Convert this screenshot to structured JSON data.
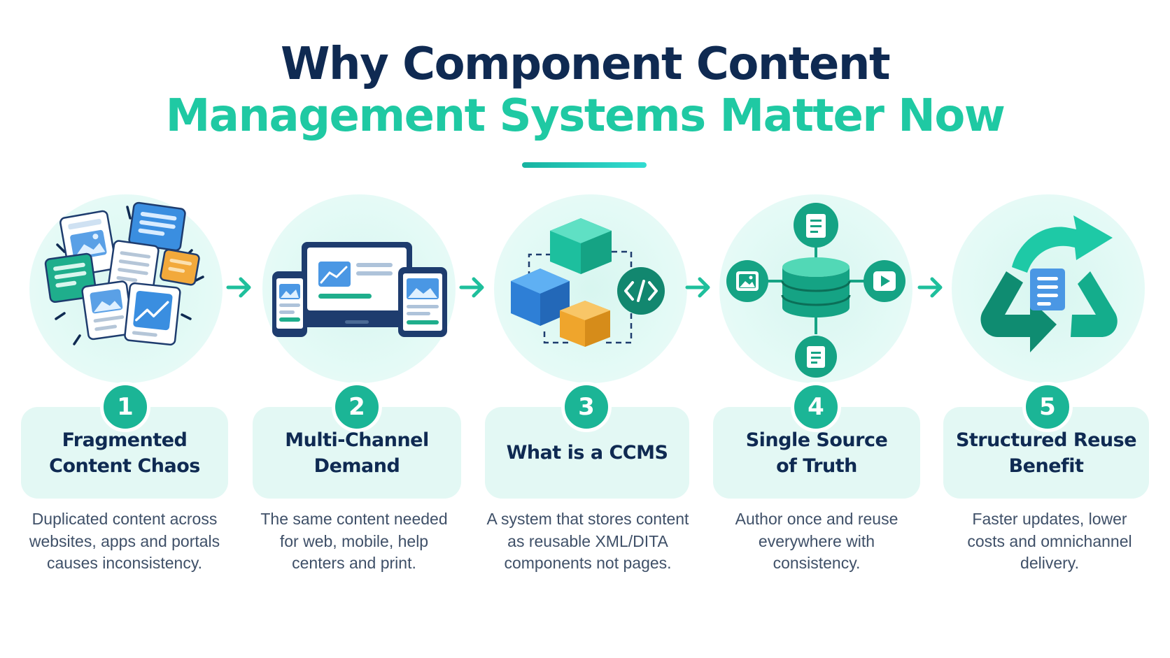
{
  "title": {
    "line1": "Why Component Content",
    "line2": "Management Systems Matter Now"
  },
  "colors": {
    "navy": "#0f2a52",
    "teal": "#1fc9a3",
    "badge": "#1bb596",
    "card": "#e3f8f4",
    "body_text": "#3f5068"
  },
  "steps": [
    {
      "number": "1",
      "title": "Fragmented\nContent Chaos",
      "description": "Duplicated content across websites, apps and portals causes inconsistency.",
      "icon": "scattered-documents-icon"
    },
    {
      "number": "2",
      "title": "Multi-Channel\nDemand",
      "description": "The same content needed for web, mobile, help centers and print.",
      "icon": "multi-device-icon"
    },
    {
      "number": "3",
      "title": "What is a CCMS",
      "description": "A system that stores content as reusable XML/DITA components not pages.",
      "icon": "component-blocks-icon"
    },
    {
      "number": "4",
      "title": "Single Source\nof Truth",
      "description": "Author once and reuse everywhere with consistency.",
      "icon": "central-database-icon"
    },
    {
      "number": "5",
      "title": "Structured Reuse\nBenefit",
      "description": "Faster updates, lower costs and omnichannel delivery.",
      "icon": "recycle-arrows-icon"
    }
  ]
}
